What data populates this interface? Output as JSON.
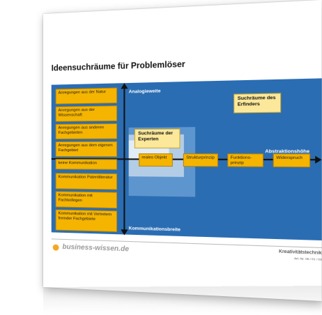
{
  "title": "Ideensuchräume für Problemlöser",
  "axes": {
    "vertical_top": "Analogieweite",
    "horizontal_right": "Abstraktionshöhe",
    "vertical_bottom": "Kommunikationsbreite"
  },
  "left_boxes": [
    "Anregungen aus der Natur",
    "Anregungen aus der Wissenschaft",
    "Anregungen aus anderen Fachgebieten",
    "Anregungen aus dem eigenen Fachgebiet",
    "keine Kommunikation",
    "Kommunikation Patentliteratur",
    "Kommunikation mit Fachkollegen",
    "Kommunikation mit Vertretern fremder Fachgebiete"
  ],
  "right_boxes": [
    "reales Objekt",
    "Strukturprinzip",
    "Funktions-prinzip",
    "Widerspruch"
  ],
  "search_spaces": {
    "inventors": "Suchräume des Erfinders",
    "experts": "Suchräume der Experten"
  },
  "footer": {
    "brand": "business-wissen.de",
    "topic": "Kreativitätstechnik",
    "article_no": "Art.-Nr. 06 / 01 / 03"
  },
  "colors": {
    "panel_blue": "#2a6db3",
    "box_orange": "#f5b400",
    "search_yellow": "#fbe89a",
    "brand_orange": "#f5a623"
  }
}
